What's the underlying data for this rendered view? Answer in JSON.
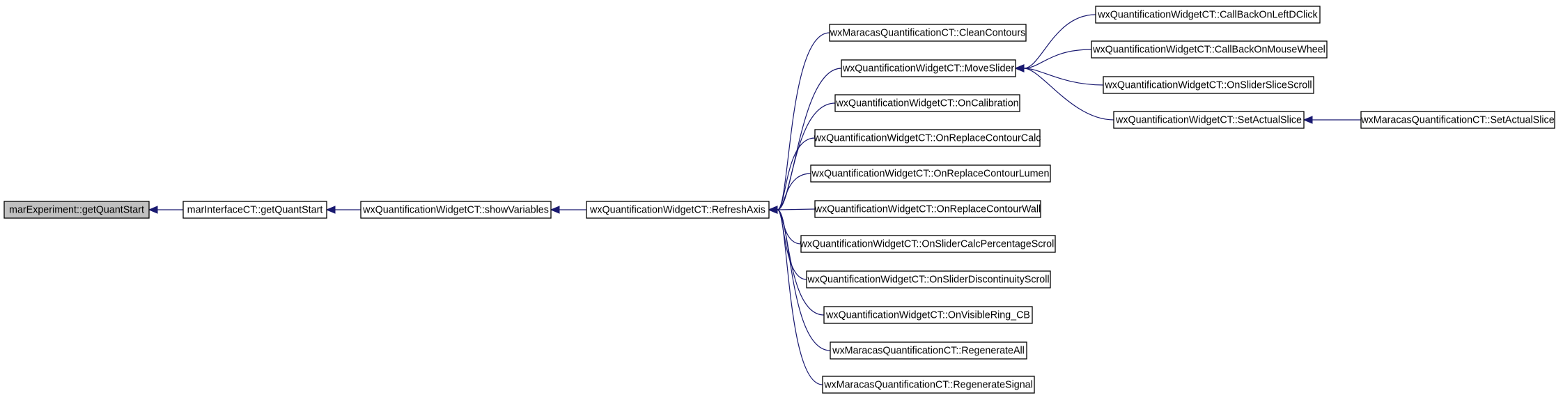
{
  "graph": {
    "type": "caller-graph",
    "colors": {
      "edge": "#191970",
      "root_fill": "#c0c0c0",
      "node_fill": "#ffffff",
      "node_border": "#000000"
    },
    "nodes": [
      {
        "id": "n0",
        "label": "marExperiment::getQuantStart",
        "root": true
      },
      {
        "id": "n1",
        "label": "marInterfaceCT::getQuantStart"
      },
      {
        "id": "n2",
        "label": "wxQuantificationWidgetCT::showVariables"
      },
      {
        "id": "n3",
        "label": "wxQuantificationWidgetCT::RefreshAxis"
      },
      {
        "id": "n4",
        "label": "wxMaracasQuantificationCT::CleanContours"
      },
      {
        "id": "n5",
        "label": "wxQuantificationWidgetCT::MoveSlider"
      },
      {
        "id": "n6",
        "label": "wxQuantificationWidgetCT::OnCalibration"
      },
      {
        "id": "n7",
        "label": "wxQuantificationWidgetCT::OnReplaceContourCalc"
      },
      {
        "id": "n8",
        "label": "wxQuantificationWidgetCT::OnReplaceContourLumen"
      },
      {
        "id": "n9",
        "label": "wxQuantificationWidgetCT::OnReplaceContourWall"
      },
      {
        "id": "n10",
        "label": "wxQuantificationWidgetCT::OnSliderCalcPercentageScroll"
      },
      {
        "id": "n11",
        "label": "wxQuantificationWidgetCT::OnSliderDiscontinuityScroll"
      },
      {
        "id": "n12",
        "label": "wxQuantificationWidgetCT::OnVisibleRing_CB"
      },
      {
        "id": "n13",
        "label": "wxMaracasQuantificationCT::RegenerateAll"
      },
      {
        "id": "n14",
        "label": "wxMaracasQuantificationCT::RegenerateSignal"
      },
      {
        "id": "n15",
        "label": "wxQuantificationWidgetCT::CallBackOnLeftDClick"
      },
      {
        "id": "n16",
        "label": "wxQuantificationWidgetCT::CallBackOnMouseWheel"
      },
      {
        "id": "n17",
        "label": "wxQuantificationWidgetCT::OnSliderSliceScroll"
      },
      {
        "id": "n18",
        "label": "wxQuantificationWidgetCT::SetActualSlice"
      },
      {
        "id": "n19",
        "label": "wxMaracasQuantificationCT::SetActualSlice"
      }
    ],
    "edges": [
      {
        "from": "n1",
        "to": "n0"
      },
      {
        "from": "n2",
        "to": "n1"
      },
      {
        "from": "n3",
        "to": "n2"
      },
      {
        "from": "n4",
        "to": "n3"
      },
      {
        "from": "n5",
        "to": "n3"
      },
      {
        "from": "n6",
        "to": "n3"
      },
      {
        "from": "n7",
        "to": "n3"
      },
      {
        "from": "n8",
        "to": "n3"
      },
      {
        "from": "n9",
        "to": "n3"
      },
      {
        "from": "n10",
        "to": "n3"
      },
      {
        "from": "n11",
        "to": "n3"
      },
      {
        "from": "n12",
        "to": "n3"
      },
      {
        "from": "n13",
        "to": "n3"
      },
      {
        "from": "n14",
        "to": "n3"
      },
      {
        "from": "n15",
        "to": "n5"
      },
      {
        "from": "n16",
        "to": "n5"
      },
      {
        "from": "n17",
        "to": "n5"
      },
      {
        "from": "n18",
        "to": "n5"
      },
      {
        "from": "n19",
        "to": "n18"
      }
    ]
  }
}
